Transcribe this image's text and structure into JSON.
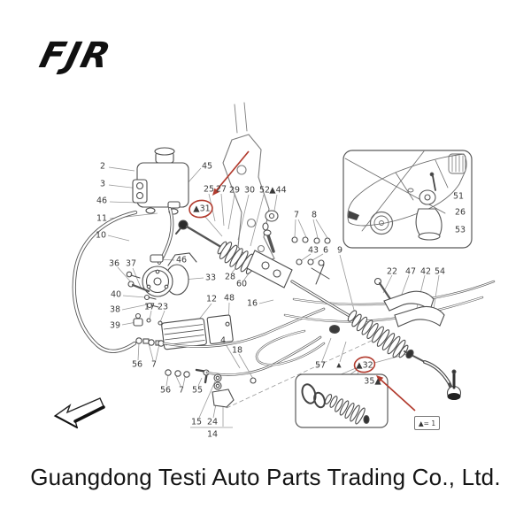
{
  "brand": {
    "logo_text": "FJR"
  },
  "footer": {
    "company_name": "Guangdong Testi Auto Parts Trading Co., Ltd."
  },
  "diagram": {
    "legend": "▲= 1",
    "highlight_color": "#b23b2e",
    "highlighted_parts": [
      "▲31",
      "▲32"
    ],
    "labels": {
      "p2": "2",
      "p3": "3",
      "p46a": "46",
      "p11": "11",
      "p10": "10",
      "p45": "45",
      "p25": "25",
      "p27": "27",
      "p29": "29",
      "p30": "30",
      "p52": "52",
      "p44": "▲44",
      "p31": "▲31",
      "p7a": "7",
      "p8": "8",
      "p43": "43",
      "p6": "6",
      "p9": "9",
      "p36": "36",
      "p37": "37",
      "p46b": "46",
      "p33": "33",
      "p28": "28",
      "p60": "60",
      "p40": "40",
      "p38": "38",
      "p39": "39",
      "p17": "17",
      "p23": "23",
      "p12": "12",
      "p48": "48",
      "p16": "16",
      "p4": "4",
      "p18": "18",
      "p22": "22",
      "p47": "47",
      "p42": "42",
      "p54": "54",
      "p51": "51",
      "p26": "26",
      "p53": "53",
      "p56a": "56",
      "p7b": "7",
      "p56b": "56",
      "p7c": "7",
      "p55": "55",
      "p15": "15",
      "p24": "24",
      "p14": "14",
      "p57": "57",
      "tri": "▲",
      "p32": "▲32",
      "p35": "35▲"
    }
  }
}
